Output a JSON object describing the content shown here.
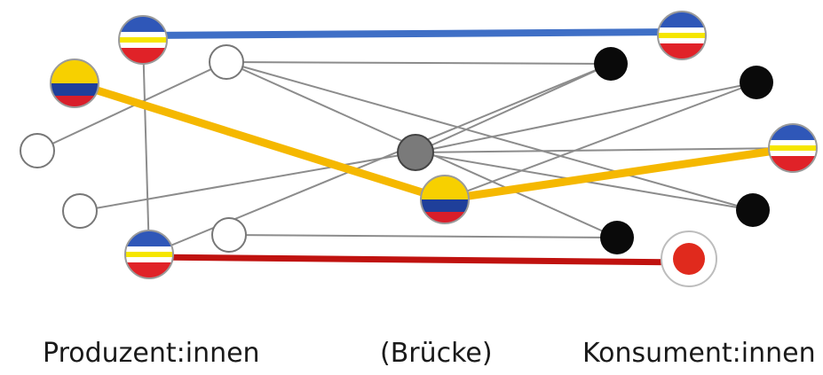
{
  "captions": {
    "producers": "Produzent:innen",
    "bridge": "(Brücke)",
    "consumers": "Konsument:innen"
  },
  "colors": {
    "edge": "#8c8c8c",
    "empty_node_stroke": "#777777",
    "filled_node": "#0a0a0a",
    "bridge_node": "#7a7a7a",
    "path_blue": "#3f6fc6",
    "path_yellow": "#f5b800",
    "path_red": "#c0120f",
    "flag_blue": "#2f57b8",
    "flag_white": "#ffffff",
    "flag_yellow": "#f6e600",
    "flag_red": "#e02228",
    "col_yellow": "#f7d000",
    "col_blue": "#1f3f9a",
    "col_red": "#d81e2a",
    "target_red": "#e02a1d"
  }
}
